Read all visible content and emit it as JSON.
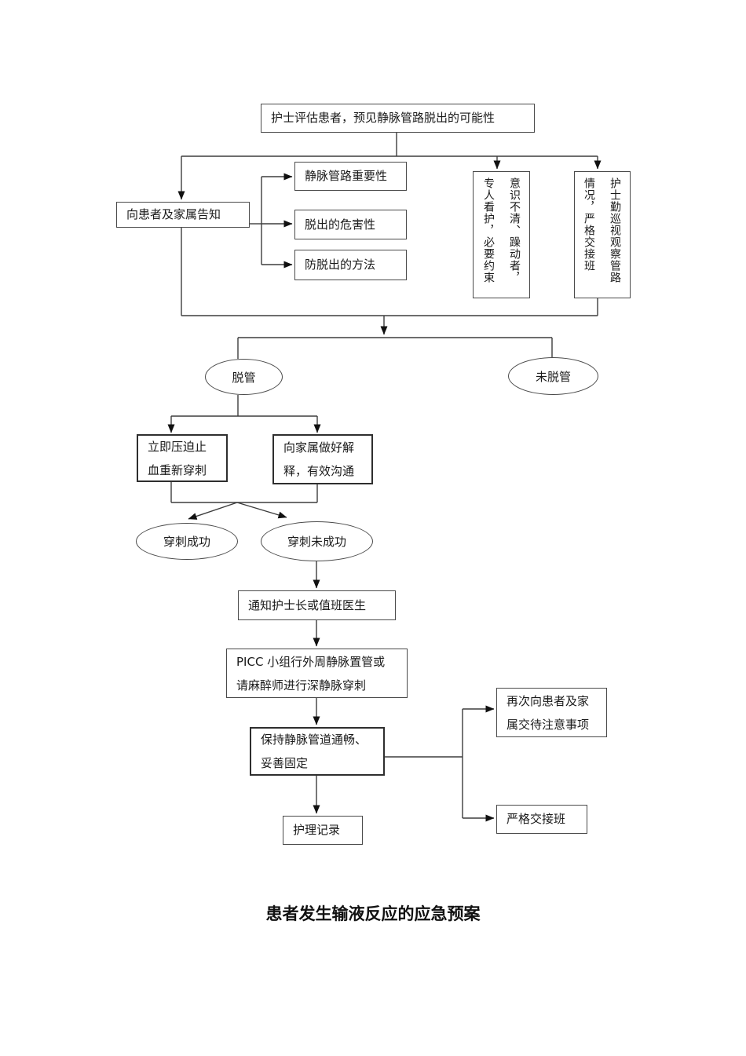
{
  "flowchart": {
    "nodes": {
      "assess": {
        "label": "护士评估患者，预见静脉管路脱出的可能性"
      },
      "inform": {
        "label": "向患者及家属告知"
      },
      "importance": {
        "label": "静脉管路重要性"
      },
      "harm": {
        "label": "脱出的危害性"
      },
      "prevent": {
        "label": "防脱出的方法"
      },
      "restrain": {
        "label": "意识不清、躁动者，\n专人看护，必要约束"
      },
      "patrol": {
        "label": "护士勤巡视观察管路\n情况，严格交接班"
      },
      "detached": {
        "label": "脱管"
      },
      "not_detached": {
        "label": "未脱管"
      },
      "press": {
        "label": "立即压迫止\n血重新穿刺"
      },
      "explain": {
        "label": "向家属做好解\n释，有效沟通"
      },
      "puncture_success": {
        "label": "穿刺成功"
      },
      "puncture_fail": {
        "label": "穿刺未成功"
      },
      "notify": {
        "label": "通知护士长或值班医生"
      },
      "picc": {
        "label": "PICC 小组行外周静脉置管或\n请麻醉师进行深静脉穿刺"
      },
      "keep": {
        "label": "保持静脉管道通畅、\n妥善固定"
      },
      "record": {
        "label": "护理记录"
      },
      "notice": {
        "label": "再次向患者及家\n属交待注意事项"
      },
      "handover": {
        "label": "严格交接班"
      }
    },
    "caption": "患者发生输液反应的应急预案",
    "colors": {
      "line": "#3d3d3d",
      "arrow": "#111111",
      "border": "#4a4a4a"
    }
  }
}
